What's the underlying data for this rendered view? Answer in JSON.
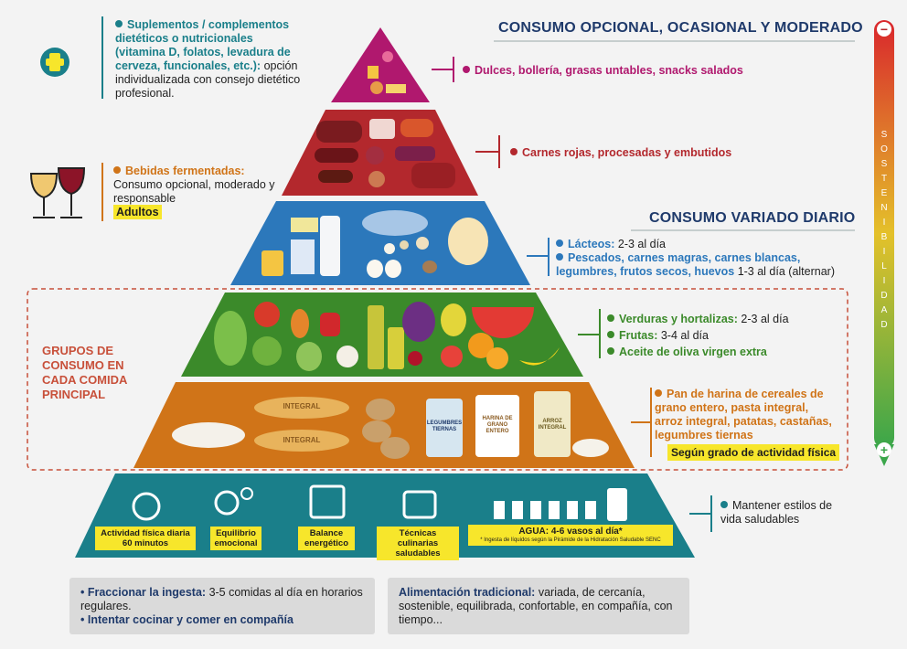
{
  "top_right_header": "CONSUMO OPCIONAL, OCASIONAL Y MODERADO",
  "mid_header": "CONSUMO VARIADO DIARIO",
  "sustainability": {
    "label": "SOSTENIBILIDAD",
    "minus": "−",
    "plus": "+",
    "gradient_top": "#d9262c",
    "gradient_bottom": "#3aa64a"
  },
  "supplements": {
    "title": "Suplementos / complementos dietéticos o nutricionales (vitamina D, folatos, levadura de cerveza, funcionales, etc.):",
    "text": "opción individualizada con consejo dietético profesional."
  },
  "fermented": {
    "title": "Bebidas fermentadas:",
    "text": "Consumo opcional, moderado y responsable",
    "badge": "Adultos"
  },
  "tiers": {
    "sweets": {
      "label": "Dulces, bollería, grasas untables, snacks salados",
      "color": "#b0186e"
    },
    "meats": {
      "label": "Carnes rojas, procesadas y embutidos",
      "color": "#b3282d"
    },
    "dairy": {
      "label": "Lácteos:",
      "dairy_freq": "2-3 al día",
      "protein": "Pescados, carnes magras, carnes blancas, legumbres, frutos secos, huevos",
      "protein_freq": "1-3 al día (alternar)",
      "color": "#2c78bb"
    },
    "veg": {
      "veg": "Verduras y hortalizas:",
      "veg_freq": "2-3 al día",
      "fruit": "Frutas:",
      "fruit_freq": "3-4 al día",
      "oil": "Aceite de oliva virgen extra",
      "color": "#3b8a2a"
    },
    "grains": {
      "text": "Pan de harina de cereales de grano entero, pasta integral, arroz integral, patatas, castañas, legumbres tiernas",
      "badge": "Según grado de actividad física",
      "color": "#d07418",
      "bread1": "INTEGRAL",
      "bread2": "INTEGRAL",
      "jar1": "LEGUMBRES TIERNAS",
      "jar2": "HARINA DE GRANO ENTERO",
      "jar3": "ARROZ INTEGRAL"
    },
    "base": {
      "text": "Mantener estilos de vida saludables",
      "color": "#1a7f8a"
    }
  },
  "groups_label": "GRUPOS DE CONSUMO EN CADA COMIDA PRINCIPAL",
  "base_labels": [
    "Actividad física diaria 60 minutos",
    "Equilibrio emocional",
    "Balance energético",
    "Técnicas culinarias saludables"
  ],
  "water": {
    "title": "AGUA: 4-6 vasos al día*",
    "note": "* Ingesta de líquidos según la Pirámide de la Hidratación Saludable SENC"
  },
  "bottom_left": {
    "b1_bold": "Fraccionar la ingesta:",
    "b1_text": "3-5 comidas al día en horarios regulares.",
    "b2_bold": "Intentar cocinar y comer en compañía"
  },
  "bottom_right": {
    "bold": "Alimentación tradicional:",
    "text": "variada, de cercanía, sostenible, equilibrada, confortable, en compañía, con tiempo..."
  }
}
